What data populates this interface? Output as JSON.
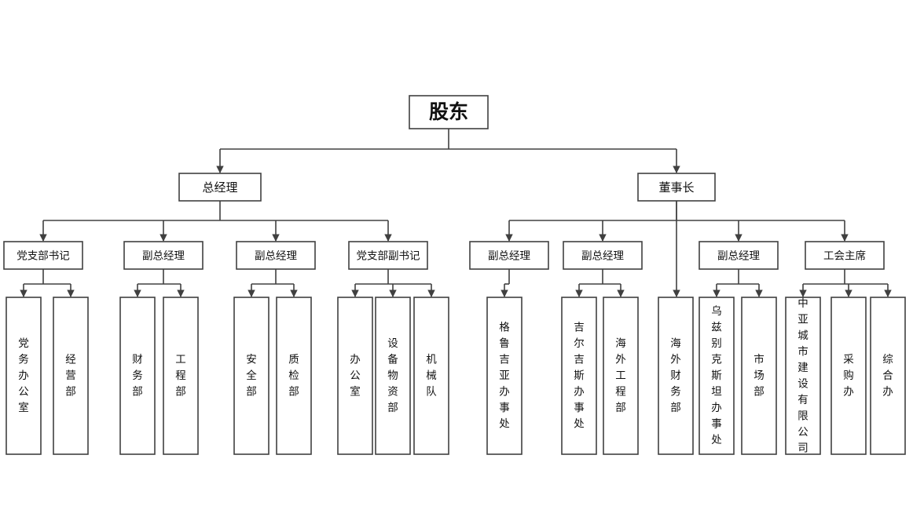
{
  "diagram": {
    "type": "organization-chart",
    "title_text": "股东",
    "colors": {
      "stroke": "#404040",
      "fill": "#ffffff",
      "text": "#111111",
      "background": "#ffffff"
    },
    "root": {
      "id": "root",
      "label": "股东"
    },
    "level2": [
      {
        "id": "gm",
        "label": "总经理"
      },
      {
        "id": "chairman",
        "label": "董事长"
      }
    ],
    "level3": [
      {
        "id": "l3-1",
        "label": "党支部书记",
        "parent": "gm"
      },
      {
        "id": "l3-2",
        "label": "副总经理",
        "parent": "gm"
      },
      {
        "id": "l3-3",
        "label": "副总经理",
        "parent": "gm"
      },
      {
        "id": "l3-4",
        "label": "党支部副书记",
        "parent": "gm"
      },
      {
        "id": "l3-5",
        "label": "副总经理",
        "parent": "chairman"
      },
      {
        "id": "l3-6",
        "label": "副总经理",
        "parent": "chairman"
      },
      {
        "id": "l3-7",
        "label": "副总经理",
        "parent": "chairman"
      },
      {
        "id": "l3-8",
        "label": "工会主席",
        "parent": "chairman"
      }
    ],
    "leaves": [
      {
        "id": "leaf-1",
        "label": "党务办公室",
        "parent": "l3-1"
      },
      {
        "id": "leaf-2",
        "label": "经营部",
        "parent": "l3-1"
      },
      {
        "id": "leaf-3",
        "label": "财务部",
        "parent": "l3-2"
      },
      {
        "id": "leaf-4",
        "label": "工程部",
        "parent": "l3-2"
      },
      {
        "id": "leaf-5",
        "label": "安全部",
        "parent": "l3-3"
      },
      {
        "id": "leaf-6",
        "label": "质检部",
        "parent": "l3-3"
      },
      {
        "id": "leaf-7",
        "label": "办公室",
        "parent": "l3-4"
      },
      {
        "id": "leaf-8",
        "label": "设备物资部",
        "parent": "l3-4"
      },
      {
        "id": "leaf-9",
        "label": "机械队",
        "parent": "l3-4"
      },
      {
        "id": "leaf-10",
        "label": "格鲁吉亚办事处",
        "parent": "l3-5"
      },
      {
        "id": "leaf-11",
        "label": "吉尔吉斯办事处",
        "parent": "l3-6"
      },
      {
        "id": "leaf-12",
        "label": "海外工程部",
        "parent": "l3-6"
      },
      {
        "id": "leaf-13",
        "label": "海外财务部",
        "parent": "chairman"
      },
      {
        "id": "leaf-14",
        "label": "乌兹别克斯坦办事处",
        "parent": "l3-7"
      },
      {
        "id": "leaf-15",
        "label": "市场部",
        "parent": "l3-7"
      },
      {
        "id": "leaf-16",
        "label": "中亚城市建设有限公司",
        "parent": "l3-8"
      },
      {
        "id": "leaf-17",
        "label": "采购办",
        "parent": "l3-8"
      },
      {
        "id": "leaf-18",
        "label": "综合办",
        "parent": "l3-8"
      }
    ]
  }
}
